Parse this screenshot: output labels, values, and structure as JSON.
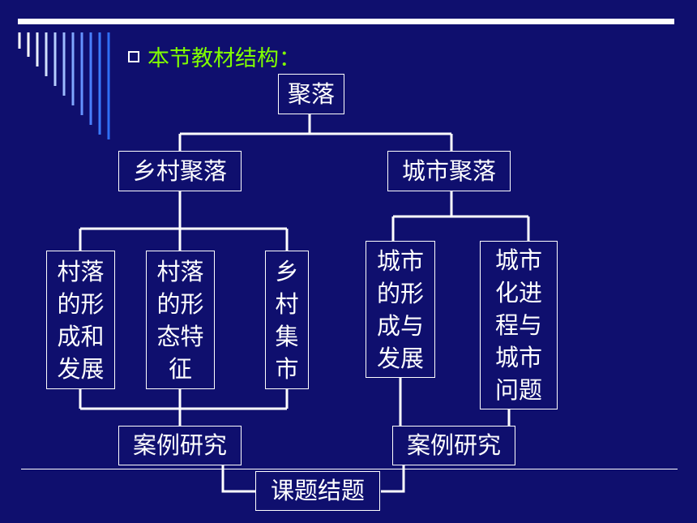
{
  "heading": {
    "bullet_icon": "square-bullet-icon",
    "text": "本节教材结构：",
    "color": "#80ff00"
  },
  "colors": {
    "background": "#0f0f6e",
    "lines": "#ffffff",
    "stripes": "#3a7bff"
  },
  "nodes": {
    "root": "聚落",
    "rural": "乡村聚落",
    "urban": "城市聚落",
    "rural_formation": "村落的形成和发展",
    "rural_form": "村落的形态特征",
    "rural_market": "乡村集市",
    "urban_formation": "城市的形成与发展",
    "urbanization": "城市化进程与城市问题",
    "rural_case": "案例研究",
    "urban_case": "案例研究",
    "project": "课题结题"
  }
}
